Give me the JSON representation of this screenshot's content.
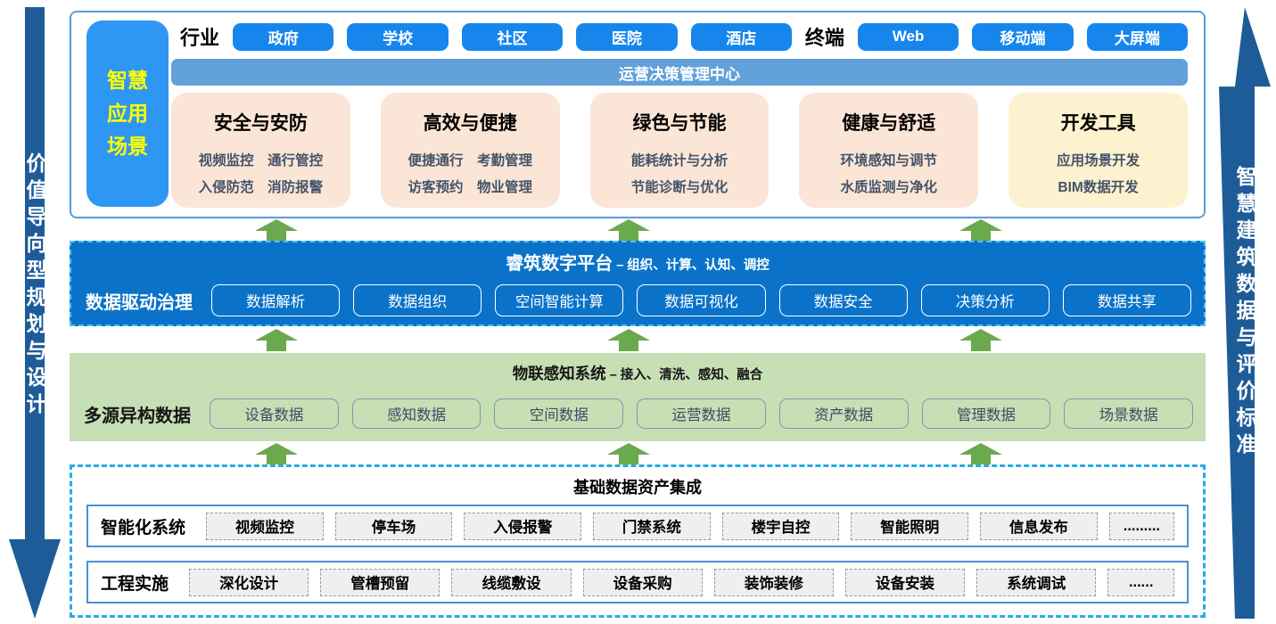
{
  "colors": {
    "accent_blue": "#1686ec",
    "platform_blue": "#0a73c9",
    "steel_blue_bar": "#61a0d8",
    "iot_green": "#c6dfb5",
    "arrow_green": "#6aa94d",
    "side_arrow_blue": "#1e5c99",
    "dashed_border_blue": "#29abe2",
    "card_peach": "#fbe5d6",
    "card_yellow": "#fdf2cf",
    "side_label_yellow_text": "#ffff00"
  },
  "left_arrow": {
    "text": "价值导向型规划与设计"
  },
  "right_arrow": {
    "text": "智慧建筑数据与评价标准"
  },
  "top": {
    "side_label": {
      "line1": "智慧",
      "line2": "应用",
      "line3": "场景"
    },
    "industry_label": "行业",
    "industry_tags": [
      "政府",
      "学校",
      "社区",
      "医院",
      "酒店"
    ],
    "terminal_label": "终端",
    "terminal_tags": [
      "Web",
      "移动端",
      "大屏端"
    ],
    "center_bar": "运营决策管理中心",
    "cards": [
      {
        "title": "安全与安防",
        "line1": "视频监控　通行管控",
        "line2": "入侵防范　消防报警"
      },
      {
        "title": "高效与便捷",
        "line1": "便捷通行　考勤管理",
        "line2": "访客预约　物业管理"
      },
      {
        "title": "绿色与节能",
        "line1": "能耗统计与分析",
        "line2": "节能诊断与优化"
      },
      {
        "title": "健康与舒适",
        "line1": "环境感知与调节",
        "line2": "水质监测与净化"
      },
      {
        "title": "开发工具",
        "line1": "应用场景开发",
        "line2": "BIM数据开发"
      }
    ]
  },
  "platform": {
    "title": "睿筑数字平台",
    "subtitle": " – 组织、计算、认知、调控",
    "label": "数据驱动治理",
    "buttons": [
      "数据解析",
      "数据组织",
      "空间智能计算",
      "数据可视化",
      "数据安全",
      "决策分析",
      "数据共享"
    ]
  },
  "iot": {
    "title": "物联感知系统",
    "subtitle": " – 接入、清洗、感知、融合",
    "label": "多源异构数据",
    "buttons": [
      "设备数据",
      "感知数据",
      "空间数据",
      "运营数据",
      "资产数据",
      "管理数据",
      "场景数据"
    ]
  },
  "base": {
    "title": "基础数据资产集成",
    "rows": [
      {
        "label": "智能化系统",
        "items": [
          "视频监控",
          "停车场",
          "入侵报警",
          "门禁系统",
          "楼宇自控",
          "智能照明",
          "信息发布"
        ],
        "more": "........."
      },
      {
        "label": "工程实施",
        "items": [
          "深化设计",
          "管槽预留",
          "线缆敷设",
          "设备采购",
          "装饰装修",
          "设备安装",
          "系统调试"
        ],
        "more": "......"
      }
    ]
  }
}
